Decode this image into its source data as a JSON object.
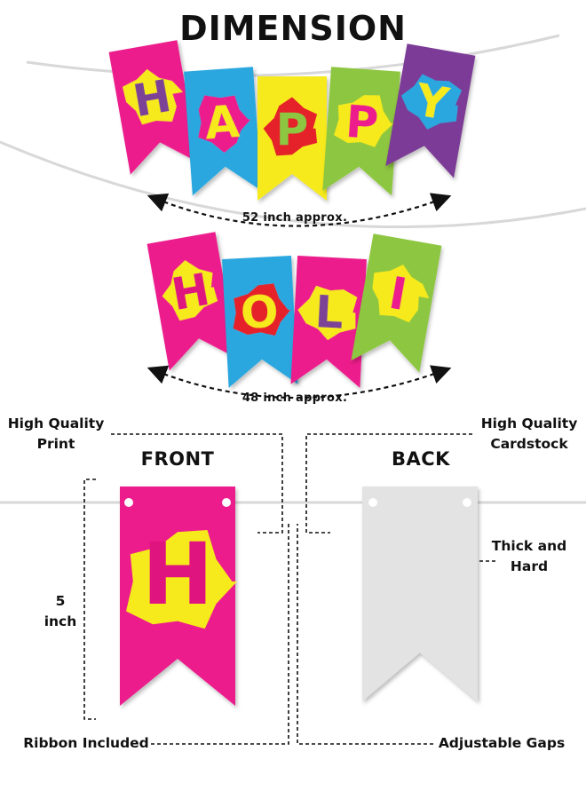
{
  "title": "DIMENSION",
  "banners": {
    "happy": {
      "letters": [
        "H",
        "A",
        "P",
        "P",
        "Y"
      ],
      "length_label": "52 inch approx."
    },
    "holi": {
      "letters": [
        "H",
        "O",
        "L",
        "I"
      ],
      "length_label": "48 inch approx."
    }
  },
  "details": {
    "left_top_label": {
      "line1": "High Quality",
      "line2": "Print"
    },
    "right_top_label": {
      "line1": "High Quality",
      "line2": "Cardstock"
    },
    "front_heading": "FRONT",
    "back_heading": "BACK",
    "front_letter": "H",
    "height_label": {
      "line1": "5",
      "line2": "inch"
    },
    "thickness_label": {
      "line1": "Thick and",
      "line2": "Hard"
    },
    "ribbon_label": "Ribbon Included",
    "gaps_label": "Adjustable Gaps"
  },
  "colors": {
    "pink": "#ec1a8c",
    "yellow": "#f6ea1e",
    "blue": "#2aa7df",
    "red": "#e5242a",
    "green": "#8dc63f",
    "purple": "#7b3a96",
    "letter_dark": "#7b4396",
    "letter_pink": "#e0147f",
    "back_gray": "#e3e3e3"
  }
}
